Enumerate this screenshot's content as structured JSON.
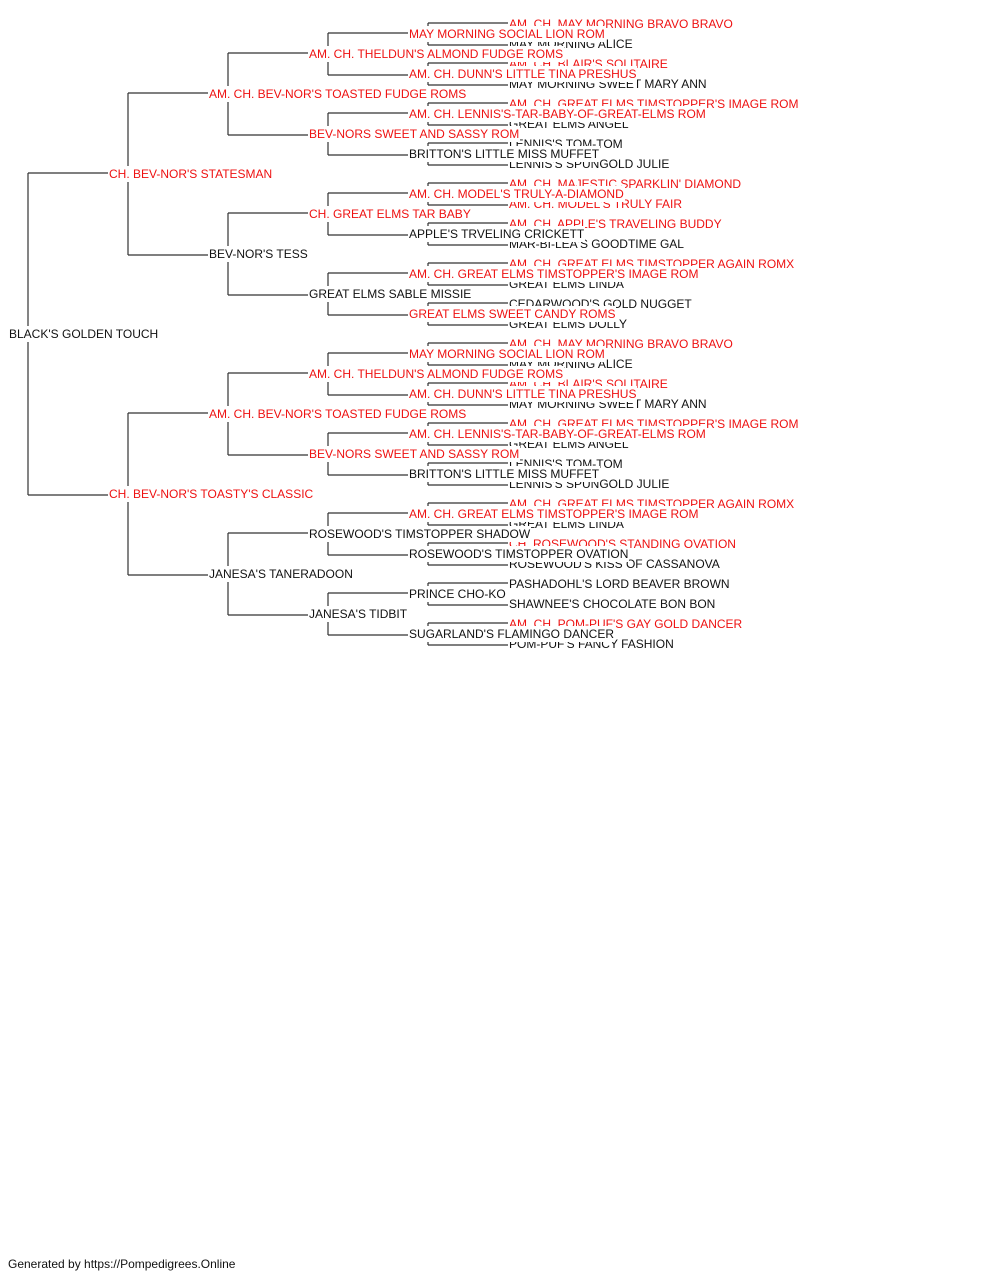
{
  "footer": "Generated by https://Pompedigrees.Online",
  "colors": {
    "champion": "#ee1111",
    "normal": "#111111",
    "line": "#333333"
  },
  "pedigree": {
    "name": "BLACK'S GOLDEN TOUCH",
    "champion": false,
    "sire": {
      "name": "CH. BEV-NOR'S STATESMAN",
      "champion": true,
      "sire": {
        "name": "AM. CH. BEV-NOR'S TOASTED FUDGE ROMS",
        "champion": true,
        "sire": {
          "name": "AM. CH. THELDUN'S ALMOND FUDGE ROMS",
          "champion": true,
          "sire": {
            "name": "MAY MORNING SOCIAL LION ROM",
            "champion": true,
            "sire": {
              "name": "AM. CH. MAY MORNING BRAVO BRAVO",
              "champion": true
            },
            "dam": {
              "name": "MAY MORNING ALICE",
              "champion": false
            }
          },
          "dam": {
            "name": "AM. CH. DUNN'S LITTLE TINA PRESHUS",
            "champion": true,
            "sire": {
              "name": "AM. CH. BLAIR'S SOLITAIRE",
              "champion": true
            },
            "dam": {
              "name": "MAY MORNING SWEET MARY ANN",
              "champion": false
            }
          }
        },
        "dam": {
          "name": "BEV-NORS SWEET AND SASSY ROM",
          "champion": true,
          "sire": {
            "name": "AM. CH. LENNIS'S-TAR-BABY-OF-GREAT-ELMS ROM",
            "champion": true,
            "sire": {
              "name": "AM. CH. GREAT ELMS TIMSTOPPER'S IMAGE ROM",
              "champion": true
            },
            "dam": {
              "name": "GREAT ELMS ANGEL",
              "champion": false
            }
          },
          "dam": {
            "name": "BRITTON'S LITTLE MISS MUFFET",
            "champion": false,
            "sire": {
              "name": "LENNIS'S TOM-TOM",
              "champion": false
            },
            "dam": {
              "name": "LENNIS'S SPUNGOLD JULIE",
              "champion": false
            }
          }
        }
      },
      "dam": {
        "name": "BEV-NOR'S TESS",
        "champion": false,
        "sire": {
          "name": "CH. GREAT ELMS TAR BABY",
          "champion": true,
          "sire": {
            "name": "AM. CH. MODEL'S TRULY-A-DIAMOND",
            "champion": true,
            "sire": {
              "name": "AM. CH. MAJESTIC SPARKLIN' DIAMOND",
              "champion": true
            },
            "dam": {
              "name": "AM. CH. MODEL'S TRULY FAIR",
              "champion": true
            }
          },
          "dam": {
            "name": "APPLE'S TRVELING CRICKETT",
            "champion": false,
            "sire": {
              "name": "AM. CH. APPLE'S TRAVELING BUDDY",
              "champion": true
            },
            "dam": {
              "name": "MAR-BI-LEA'S GOODTIME GAL",
              "champion": false
            }
          }
        },
        "dam": {
          "name": "GREAT ELMS SABLE MISSIE",
          "champion": false,
          "sire": {
            "name": "AM. CH. GREAT ELMS TIMSTOPPER'S IMAGE ROM",
            "champion": true,
            "sire": {
              "name": "AM. CH. GREAT ELMS TIMSTOPPER AGAIN ROMX",
              "champion": true
            },
            "dam": {
              "name": "GREAT ELMS LINDA",
              "champion": false
            }
          },
          "dam": {
            "name": "GREAT ELMS SWEET CANDY ROMS",
            "champion": true,
            "sire": {
              "name": "CEDARWOOD'S GOLD NUGGET",
              "champion": false
            },
            "dam": {
              "name": "GREAT ELMS DOLLY",
              "champion": false
            }
          }
        }
      }
    },
    "dam": {
      "name": "CH. BEV-NOR'S TOASTY'S CLASSIC",
      "champion": true,
      "sire": {
        "name": "AM. CH. BEV-NOR'S TOASTED FUDGE ROMS",
        "champion": true,
        "sire": {
          "name": "AM. CH. THELDUN'S ALMOND FUDGE ROMS",
          "champion": true,
          "sire": {
            "name": "MAY MORNING SOCIAL LION ROM",
            "champion": true,
            "sire": {
              "name": "AM. CH. MAY MORNING BRAVO BRAVO",
              "champion": true
            },
            "dam": {
              "name": "MAY MORNING ALICE",
              "champion": false
            }
          },
          "dam": {
            "name": "AM. CH. DUNN'S LITTLE TINA PRESHUS",
            "champion": true,
            "sire": {
              "name": "AM. CH. BLAIR'S SOLITAIRE",
              "champion": true
            },
            "dam": {
              "name": "MAY MORNING SWEET MARY ANN",
              "champion": false
            }
          }
        },
        "dam": {
          "name": "BEV-NORS SWEET AND SASSY ROM",
          "champion": true,
          "sire": {
            "name": "AM. CH. LENNIS'S-TAR-BABY-OF-GREAT-ELMS ROM",
            "champion": true,
            "sire": {
              "name": "AM. CH. GREAT ELMS TIMSTOPPER'S IMAGE ROM",
              "champion": true
            },
            "dam": {
              "name": "GREAT ELMS ANGEL",
              "champion": false
            }
          },
          "dam": {
            "name": "BRITTON'S LITTLE MISS MUFFET",
            "champion": false,
            "sire": {
              "name": "LENNIS'S TOM-TOM",
              "champion": false
            },
            "dam": {
              "name": "LENNIS'S SPUNGOLD JULIE",
              "champion": false
            }
          }
        }
      },
      "dam": {
        "name": "JANESA'S TANERADOON",
        "champion": false,
        "sire": {
          "name": "ROSEWOOD'S TIMSTOPPER SHADOW",
          "champion": false,
          "sire": {
            "name": "AM. CH. GREAT ELMS TIMSTOPPER'S IMAGE ROM",
            "champion": true,
            "sire": {
              "name": "AM. CH. GREAT ELMS TIMSTOPPER AGAIN ROMX",
              "champion": true
            },
            "dam": {
              "name": "GREAT ELMS LINDA",
              "champion": false
            }
          },
          "dam": {
            "name": "ROSEWOOD'S TIMSTOPPER OVATION",
            "champion": false,
            "sire": {
              "name": "CH. ROSEWOOD'S STANDING OVATION",
              "champion": true
            },
            "dam": {
              "name": "ROSEWOOD'S KISS OF CASSANOVA",
              "champion": false
            }
          }
        },
        "dam": {
          "name": "JANESA'S TIDBIT",
          "champion": false,
          "sire": {
            "name": "PRINCE CHO-KO",
            "champion": false,
            "sire": {
              "name": "PASHADOHL'S LORD BEAVER BROWN",
              "champion": false
            },
            "dam": {
              "name": "SHAWNEE'S CHOCOLATE BON BON",
              "champion": false
            }
          },
          "dam": {
            "name": "SUGARLAND'S FLAMINGO DANCER",
            "champion": false,
            "sire": {
              "name": "AM. CH. POM-PUF'S GAY GOLD DANCER",
              "champion": true
            },
            "dam": {
              "name": "POM-PUF'S FANCY FASHION",
              "champion": false
            }
          }
        }
      }
    }
  }
}
